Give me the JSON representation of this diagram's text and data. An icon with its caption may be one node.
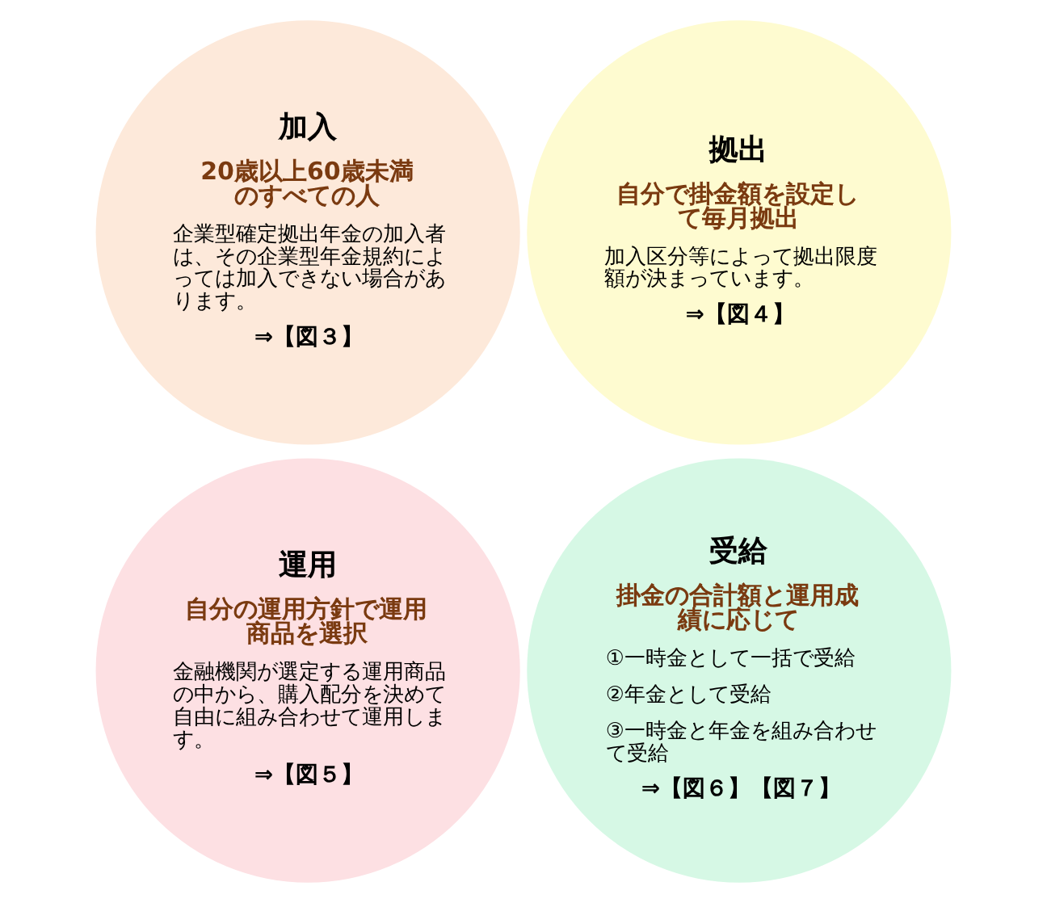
{
  "diagram": {
    "nodes": [
      {
        "text": [
          "加入",
          "20歳以上60歳未満のすべての人",
          "企業型確定拠出年金の加入者は、その企業型年金規約によっては加入できない場合があります。",
          "⇒【図３】"
        ]
      },
      {
        "text": [
          "拠出",
          "自分で掛金額を設定して毎月拠出",
          "加入区分等によって拠出限度額が決まっています。",
          "⇒【図４】"
        ]
      },
      {
        "text": [
          "運用",
          "自分の運用方針で運用商品を選択",
          "金融機関が選定する運用商品の中から、購入配分を決めて自由に組み合わせて運用します。",
          "⇒【図５】"
        ]
      },
      {
        "text": [
          "受給",
          "掛金の合計額と運用成績に応じて",
          "①一時金として一括で受給",
          "②年金として受給",
          "③一時金と年金を組み合わせて受給",
          "⇒【図６】【図７】"
        ]
      }
    ]
  }
}
